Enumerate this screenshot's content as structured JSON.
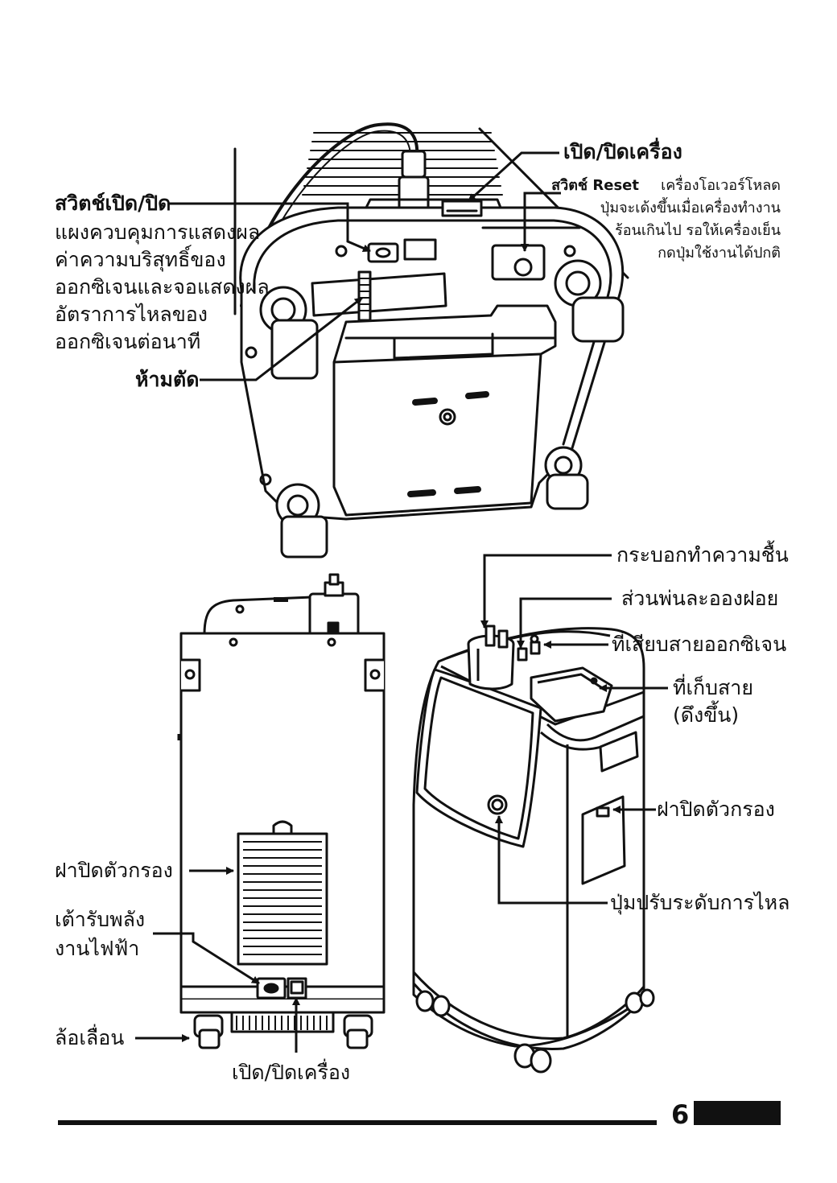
{
  "top_view": {
    "power_switch_title": "สวิตช์เปิด/ปิด",
    "panel_desc": [
      "แผงควบคุมการแสดงผล",
      "ค่าความบริสุทธิ์ของ",
      "ออกซิเจนและจอแสดงผล",
      "อัตราการไหลของ",
      "ออกซิเจนต่อนาที"
    ],
    "do_not_cut": "ห้ามตัด",
    "on_off": "เปิด/ปิดเครื่อง",
    "reset_title": "สวิตช์ Reset",
    "reset_desc": [
      "เครื่องโอเวอร์โหลด",
      "ปุ่มจะเด้งขึ้นเมื่อเครื่องทำงาน",
      "ร้อนเกินไป รอให้เครื่องเย็น",
      "กดปุ่มใช้งานได้ปกติ"
    ]
  },
  "back_view": {
    "filter_cover": "ฝาปิดตัวกรอง",
    "power_inlet": [
      "เต้ารับพลัง",
      "งานไฟฟ้า"
    ],
    "casters": "ล้อเลื่อน",
    "on_off": "เปิด/ปิดเครื่อง"
  },
  "front_view": {
    "humidifier": "กระบอกทำความชื้น",
    "nebulizer": "ส่วนพ่นละอองฝอย",
    "oxygen_outlet": "ที่เสียบสายออกซิเจน",
    "cable_storage": [
      "ที่เก็บสาย",
      "(ดึงขึ้น)"
    ],
    "filter_cover": "ฝาปิดตัวกรอง",
    "flow_knob": "ปุ่มปรับระดับการไหล"
  },
  "page_number": "6"
}
